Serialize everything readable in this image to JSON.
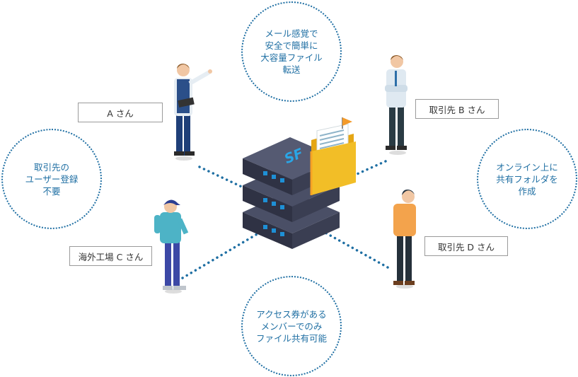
{
  "bubbles": {
    "top": "メール感覚で\n安全で簡単に\n大容量ファイル\n転送",
    "left": "取引先の\nユーザー登録\n不要",
    "right": "オンライン上に\n共有フォルダを\n作成",
    "bottom": "アクセス券がある\nメンバーでのみ\nファイル共有可能"
  },
  "labels": {
    "a": "A さん",
    "b": "取引先 B さん",
    "c": "海外工場 C さん",
    "d": "取引先 D さん"
  },
  "server_logo": "SF",
  "colors": {
    "accent": "#1f6fa3",
    "server": "#3b3f52",
    "folder": "#f2b61a",
    "flag": "#f39a2a"
  }
}
